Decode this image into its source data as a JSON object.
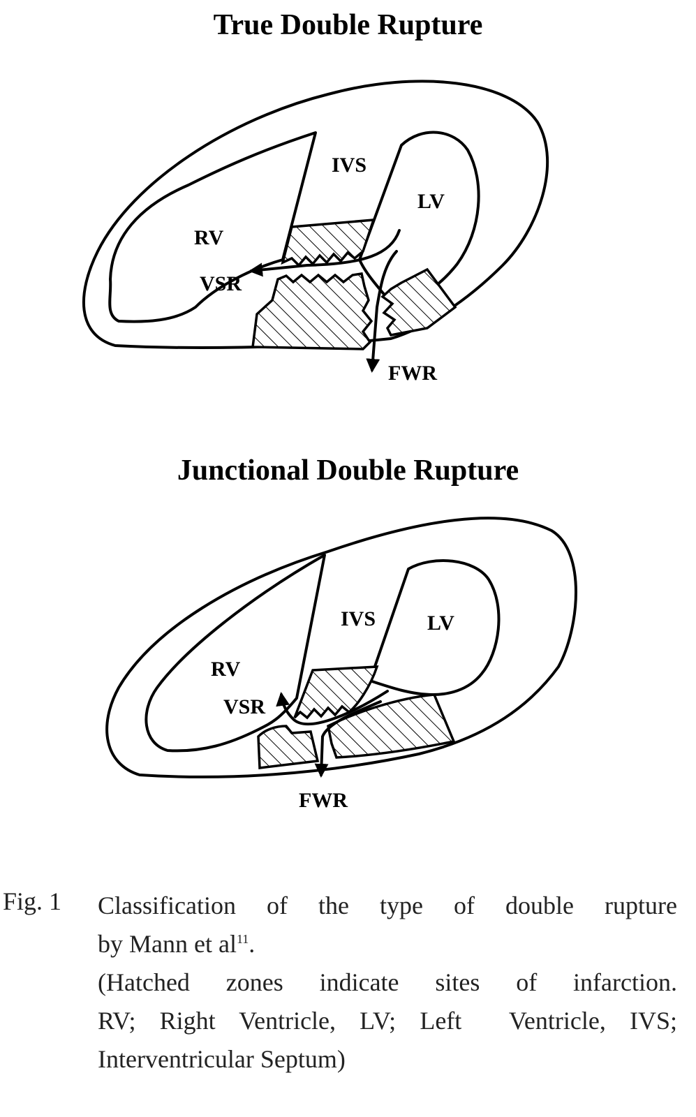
{
  "figure": {
    "top": {
      "title": "True Double Rupture",
      "labels": {
        "ivs": "IVS",
        "lv": "LV",
        "rv": "RV",
        "vsr": "VSR",
        "fwr": "FWR"
      }
    },
    "bottom": {
      "title": "Junctional Double Rupture",
      "labels": {
        "ivs": "IVS",
        "lv": "LV",
        "rv": "RV",
        "vsr": "VSR",
        "fwr": "FWR"
      }
    }
  },
  "caption": {
    "label": "Fig. 1",
    "line1": "Classification of the type of double rupture",
    "line2_text": "by Mann et al",
    "line2_ref": "11",
    "line2_end": ".",
    "line3": "(Hatched zones indicate sites of infarction.",
    "line4": "RV; Right Ventricle, LV; Left  Ventricle, IVS;",
    "line5": "Interventricular Septum)"
  }
}
